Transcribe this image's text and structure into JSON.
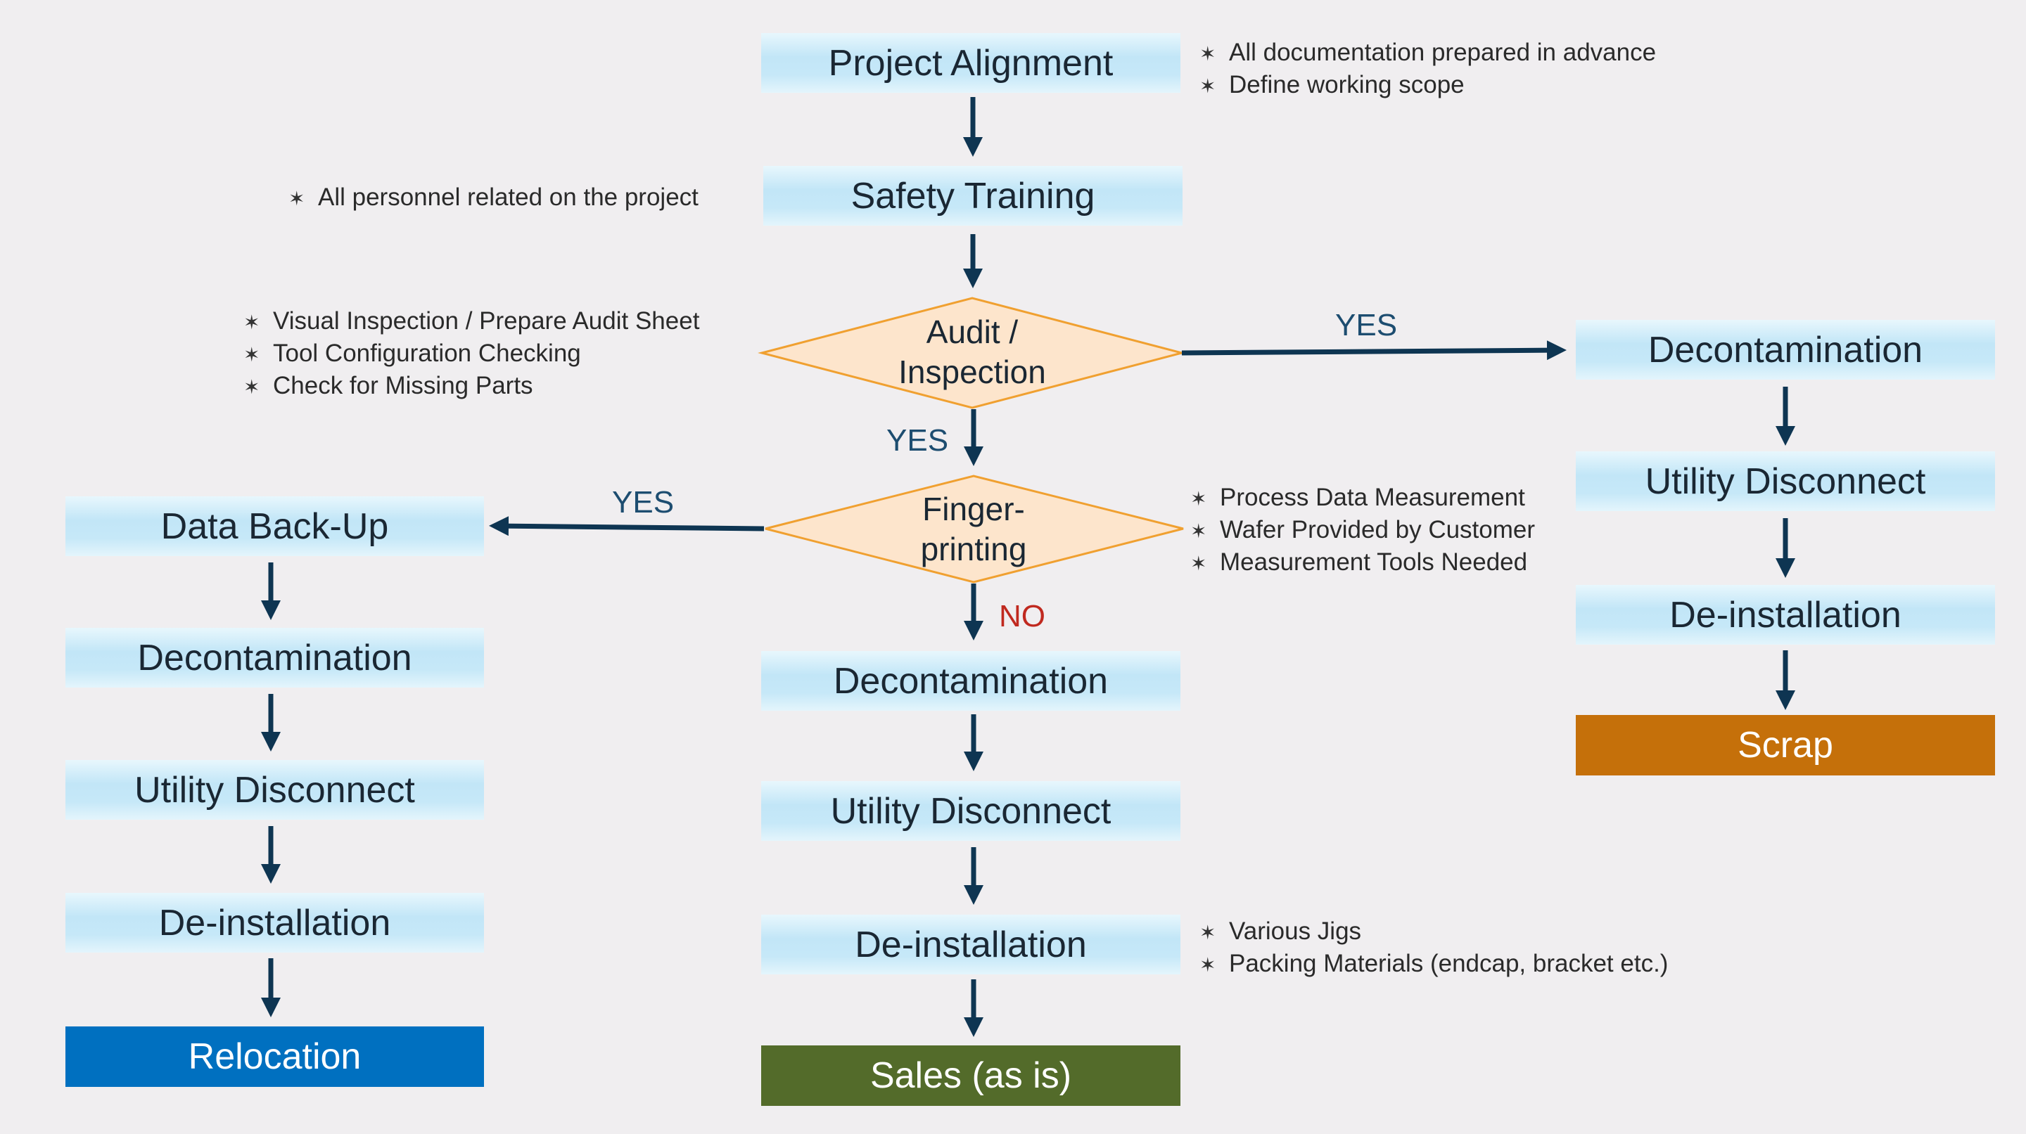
{
  "boxes": {
    "project_alignment": "Project Alignment",
    "safety_training": "Safety Training",
    "decon_right": "Decontamination",
    "utility_right": "Utility Disconnect",
    "deinstall_right": "De-installation",
    "scrap": "Scrap",
    "data_backup": "Data Back-Up",
    "decon_left": "Decontamination",
    "utility_left": "Utility Disconnect",
    "deinstall_left": "De-installation",
    "relocation": "Relocation",
    "decon_center": "Decontamination",
    "utility_center": "Utility Disconnect",
    "deinstall_center": "De-installation",
    "sales": "Sales (as is)"
  },
  "decisions": {
    "audit": {
      "line1": "Audit /",
      "line2": "Inspection"
    },
    "fingerprint": {
      "line1": "Finger-",
      "line2": "printing"
    }
  },
  "edge_labels": {
    "audit_yes_right": "YES",
    "audit_yes_down": "YES",
    "finger_yes_left": "YES",
    "finger_no_down": "NO"
  },
  "notes": {
    "project_alignment": [
      "All documentation prepared in advance",
      "Define working scope"
    ],
    "safety_training": [
      "All personnel related on the project"
    ],
    "audit": [
      "Visual Inspection / Prepare Audit Sheet",
      "Tool Configuration Checking",
      "Check for Missing Parts"
    ],
    "fingerprint": [
      "Process Data Measurement",
      "Wafer Provided by Customer",
      "Measurement Tools Needed"
    ],
    "deinstall_center": [
      "Various Jigs",
      "Packing Materials (endcap, bracket etc.)"
    ]
  },
  "bullet_symbol": "✶",
  "colors": {
    "box_gradient": "#c2e6f7",
    "decision_fill": "#fde5cc",
    "decision_stroke": "#f0a030",
    "arrow": "#0e3552",
    "relocation": "#0070c0",
    "sales": "#536b2a",
    "scrap": "#c5700a",
    "yes_text": "#1d4d70",
    "no_text": "#c0291f"
  }
}
